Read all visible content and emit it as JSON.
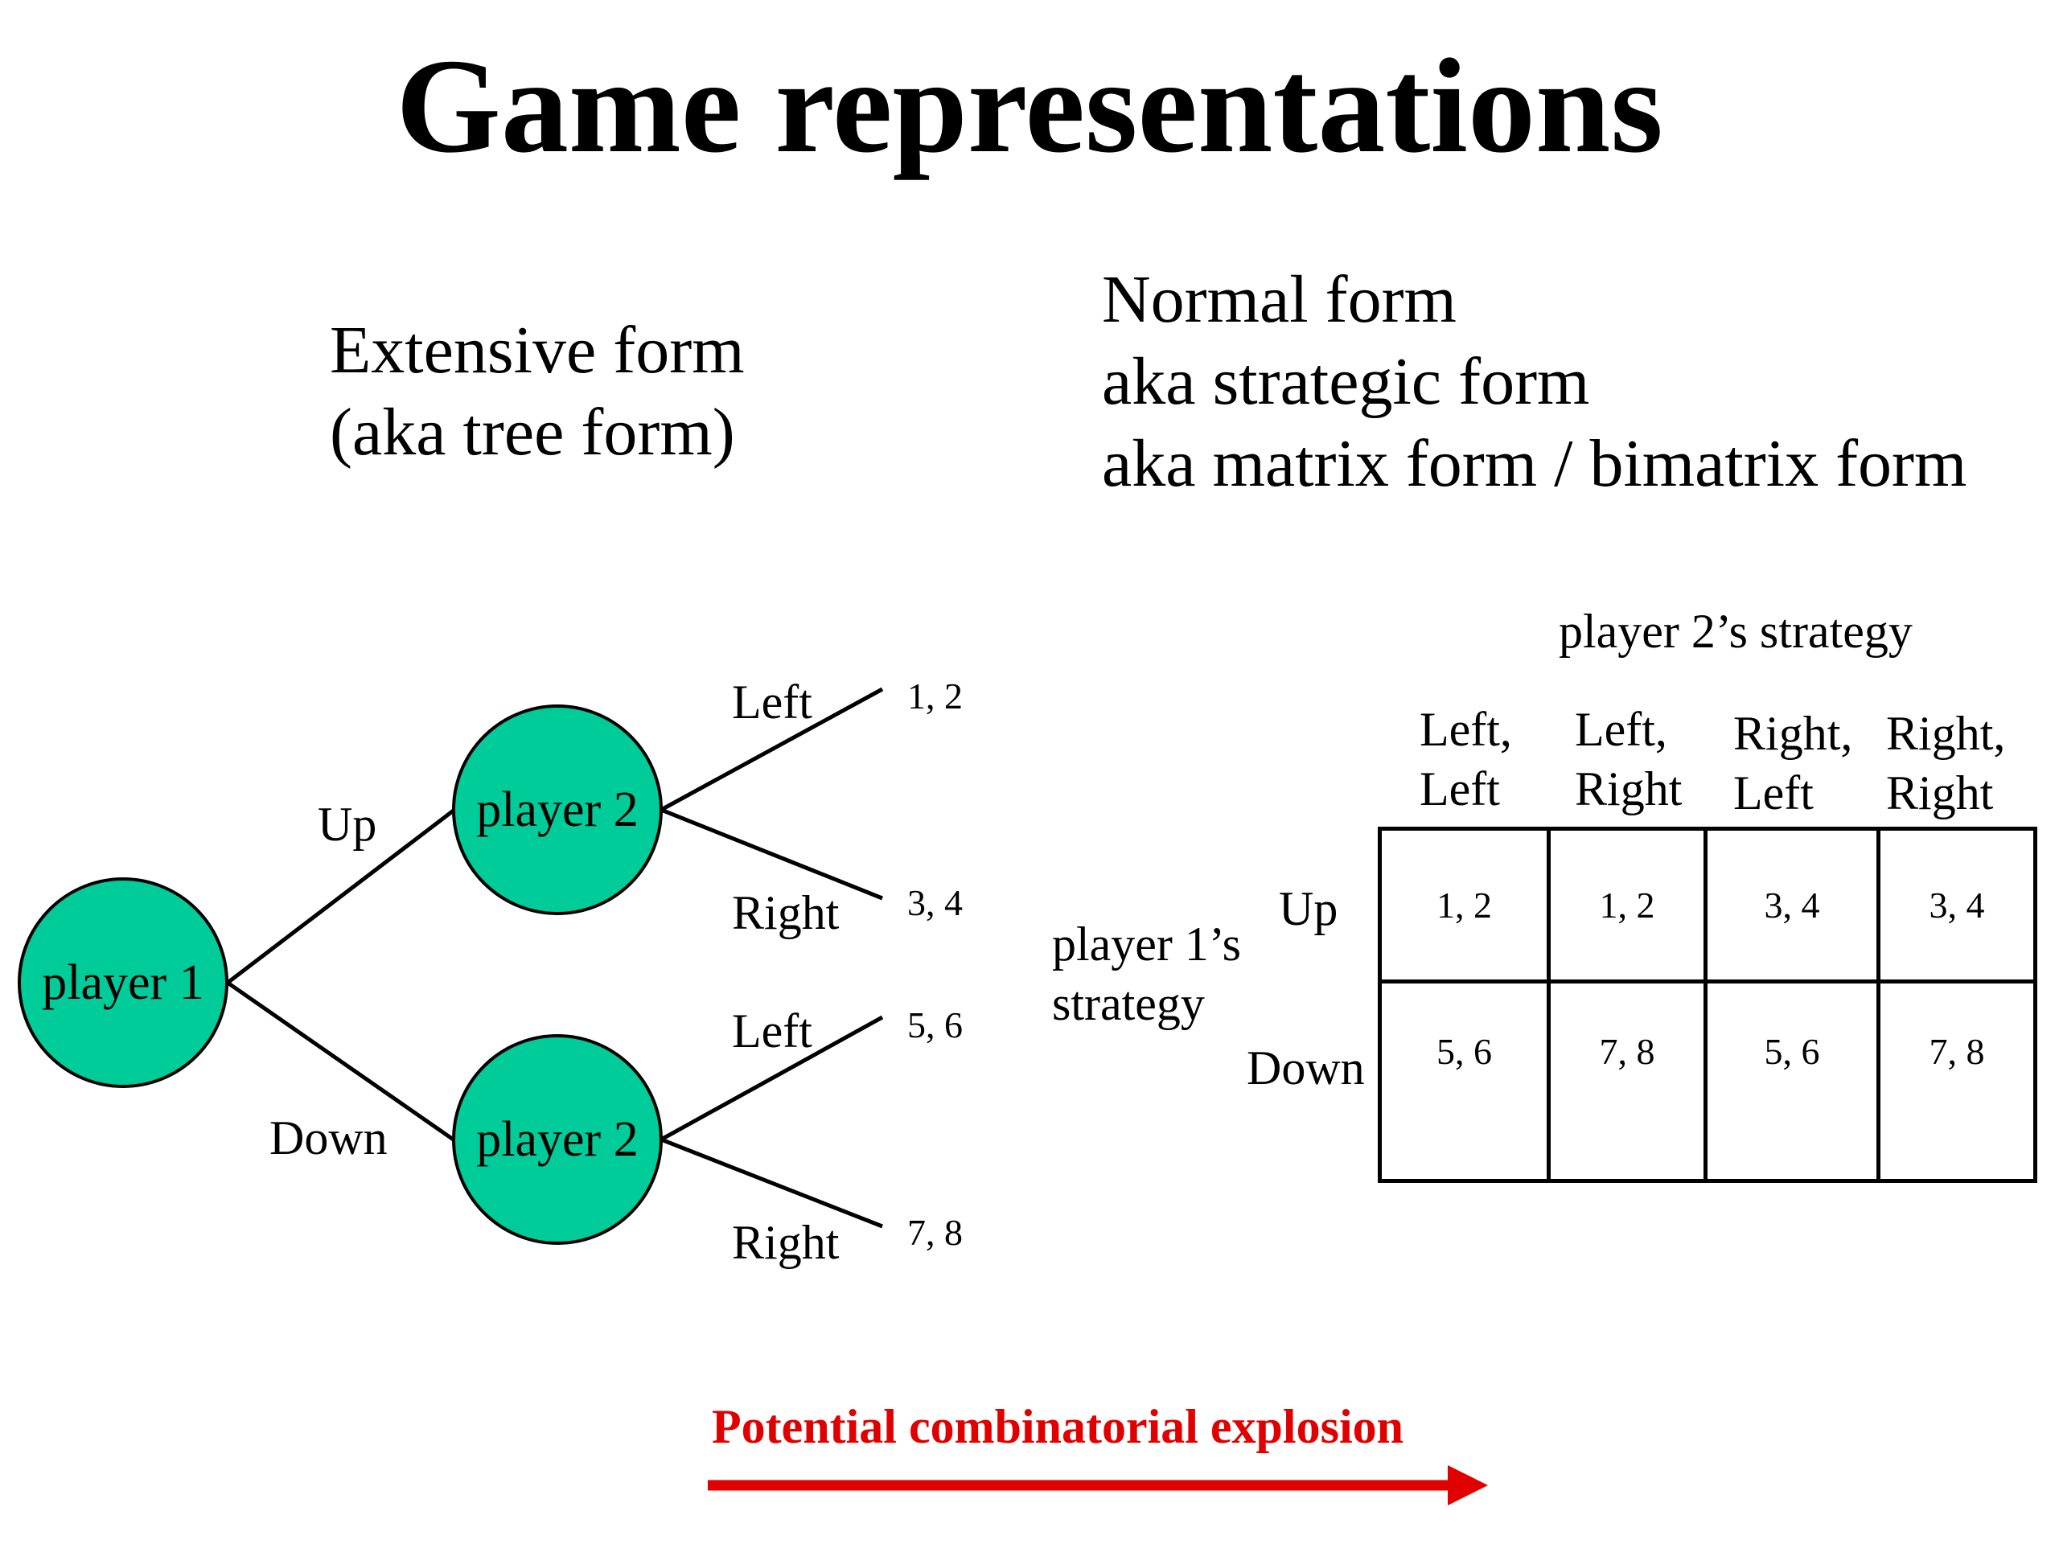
{
  "title": "Game representations",
  "extensive": {
    "heading": [
      "Extensive form",
      "(aka tree form)"
    ],
    "nodes": {
      "root": "player 1",
      "upper": "player 2",
      "lower": "player 2"
    },
    "edge_labels": {
      "up": "Up",
      "down": "Down",
      "upper_left": "Left",
      "upper_right": "Right",
      "lower_left": "Left",
      "lower_right": "Right"
    },
    "payoffs": [
      "1, 2",
      "3, 4",
      "5, 6",
      "7, 8"
    ],
    "node_color": "#00cc99"
  },
  "normal": {
    "heading": [
      "Normal form",
      "aka strategic form",
      "aka matrix form / bimatrix form"
    ],
    "col_player_label": "player 2’s strategy",
    "row_player_label": [
      "player 1’s",
      "strategy"
    ],
    "col_headers": [
      [
        "Left,",
        "Left"
      ],
      [
        "Left,",
        "Right"
      ],
      [
        "Right,",
        "Left"
      ],
      [
        "Right,",
        "Right"
      ]
    ],
    "row_headers": [
      "Up",
      "Down"
    ],
    "cells": [
      [
        "1, 2",
        "1, 2",
        "3, 4",
        "3, 4"
      ],
      [
        "5, 6",
        "7, 8",
        "5, 6",
        "7, 8"
      ]
    ]
  },
  "footer": {
    "explosion_text": "Potential combinatorial explosion",
    "arrow_color": "#e00000"
  }
}
